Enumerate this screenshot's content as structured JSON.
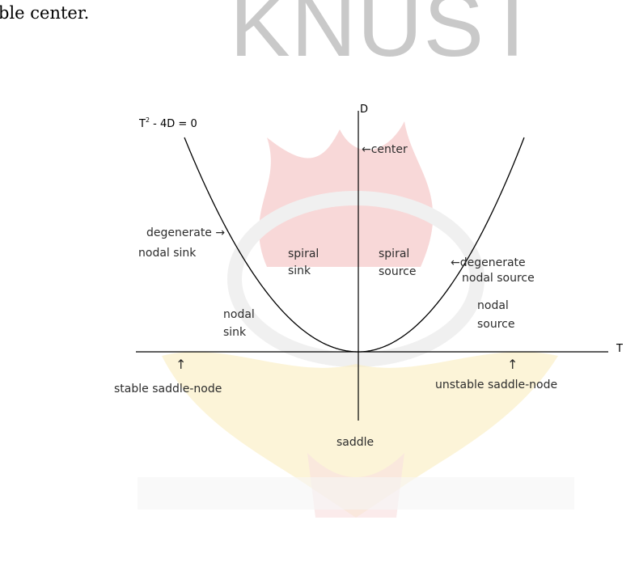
{
  "page_text": {
    "snippet": "ble center."
  },
  "watermark": {
    "text": "KNUST",
    "emblem": "knust-crest-watermark"
  },
  "diagram": {
    "axes": {
      "horizontal": "T",
      "vertical": "D"
    },
    "curve": {
      "lhs": "T",
      "power": "2",
      "rhs": " - 4D = 0"
    },
    "regions": {
      "center": "←center",
      "degenerate_nodal_sink_1": "degenerate →",
      "degenerate_nodal_sink_2": "nodal sink",
      "spiral_sink_1": "spiral",
      "spiral_sink_2": "sink",
      "spiral_source_1": "spiral",
      "spiral_source_2": "source",
      "degenerate_nodal_source_1": "←degenerate",
      "degenerate_nodal_source_2": "nodal source",
      "nodal_sink_1": "nodal",
      "nodal_sink_2": "sink",
      "nodal_source_1": "nodal",
      "nodal_source_2": "source",
      "stable_arrow": "↑",
      "stable_saddle_node": "stable saddle-node",
      "unstable_arrow": "↑",
      "unstable_saddle_node": "unstable saddle-node",
      "saddle": "saddle"
    },
    "colors": {
      "ink": "#000000",
      "watermark": "#c9c9c9",
      "crest_red": "#e8a0a0",
      "crest_yellow": "#f0d060"
    }
  }
}
